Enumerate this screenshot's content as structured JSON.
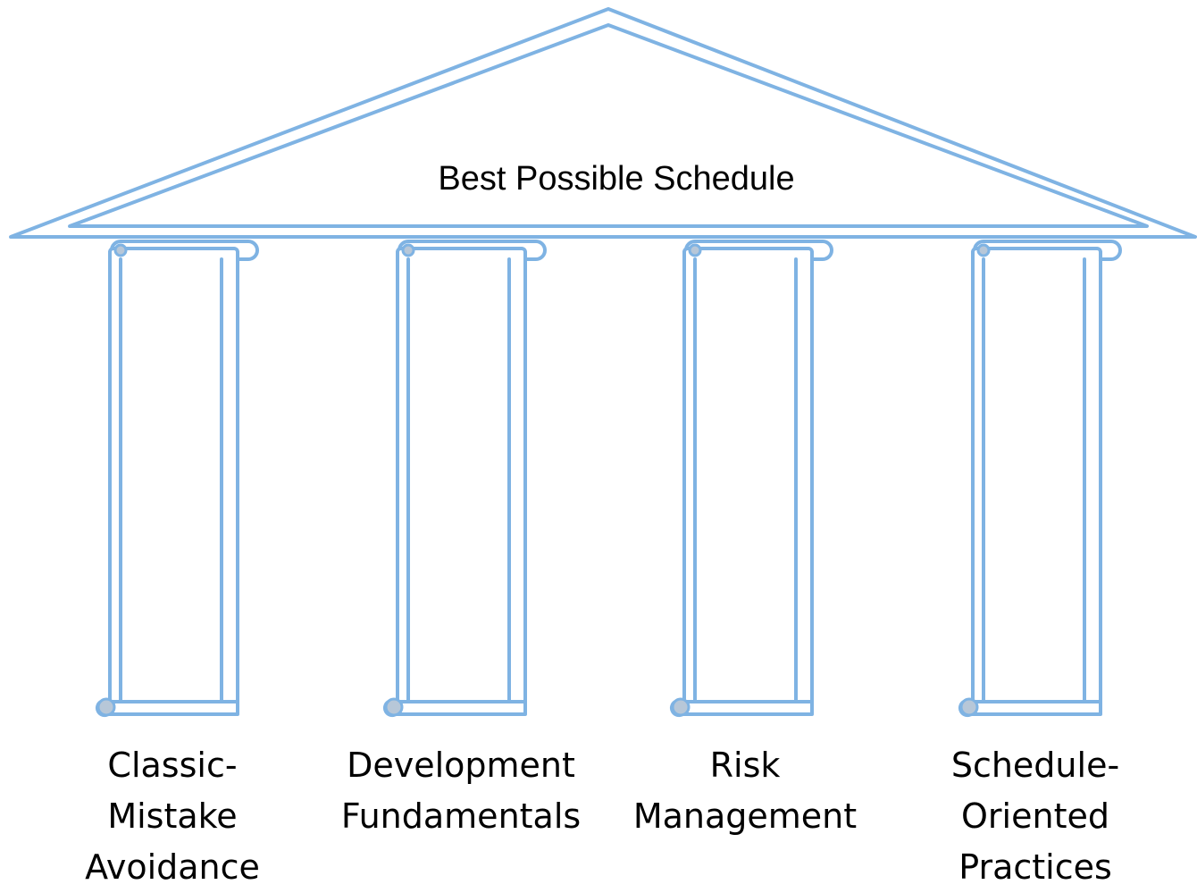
{
  "roof": {
    "title": "Best Possible Schedule"
  },
  "pillars": [
    {
      "lines": [
        "Classic-",
        "Mistake",
        "Avoidance"
      ]
    },
    {
      "lines": [
        "Development",
        "Fundamentals"
      ]
    },
    {
      "lines": [
        "Risk",
        "Management"
      ]
    },
    {
      "lines": [
        "Schedule-",
        "Oriented",
        "Practices"
      ]
    }
  ],
  "colors": {
    "outline": "#7fb3e3",
    "scroll_curl": "#b7c7d8",
    "text": "#000000"
  }
}
